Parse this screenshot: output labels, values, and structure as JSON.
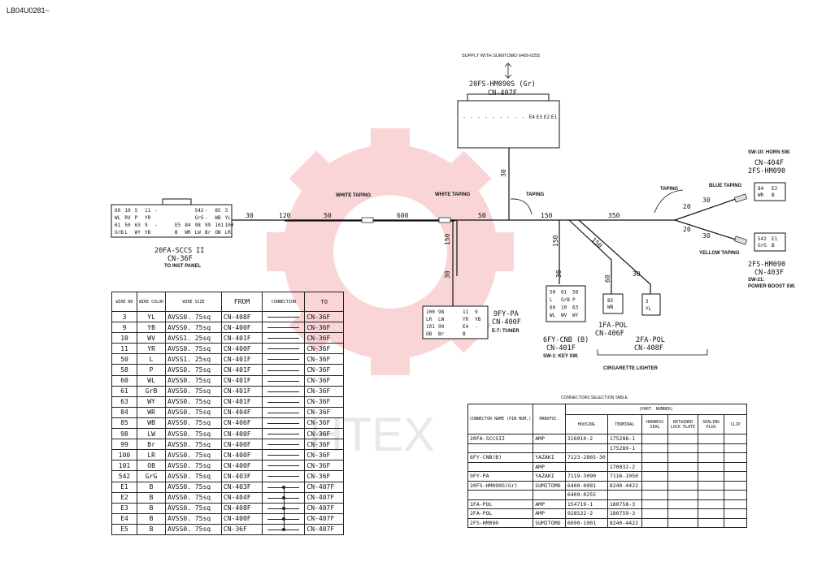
{
  "doc_code": "LB04U0281~",
  "watermark": "HTEX",
  "supply_note": "SUPPLY WITH SUMITOMO 6409-0255",
  "connectors": {
    "top": {
      "part": "20FS-HM090S (Gr)",
      "name": "CN-407F"
    },
    "left": {
      "part": "20FA-SCCS II",
      "name": "CN-36F",
      "note": "TO INST PANEL"
    },
    "tuner": {
      "part": "9FY-PA",
      "name": "CN-400F",
      "note": "E-7: TUNER"
    },
    "key": {
      "part": "6FY-CNB (B)",
      "name": "CN-401F",
      "note": "SW-1: KEY SW."
    },
    "cig1": {
      "part": "1FA-POL",
      "name": "CN-406F"
    },
    "cig2": {
      "part": "2FA-POL",
      "name": "CN-408F"
    },
    "cig_group": "CIRGARETTE LIGHTER",
    "horn": {
      "note": "SW-10: HORN SW.",
      "name": "CN-404F",
      "part": "2FS-HM090"
    },
    "boost": {
      "part": "2FS-HM090",
      "name": "CN-403F",
      "note": "SW-21:",
      "note2": "POWER BOOST SW."
    }
  },
  "tapings": {
    "white1": "WHITE TAPING",
    "white2": "WHITE TAPING",
    "taping1": "TAPING",
    "taping2": "TAPING",
    "blue": "BLUE TAPING",
    "yellow": "YELLOW TAPING"
  },
  "lengths": {
    "l30a": "30",
    "l120": "120",
    "l50a": "50",
    "l600": "600",
    "l50b": "50",
    "l150a": "150",
    "l350": "350",
    "l30top": "30",
    "l150tuner": "150",
    "l30tuner": "30",
    "l150key": "150",
    "l30key": "30",
    "l150cig": "150",
    "l60": "60",
    "l30cig": "30",
    "l20a": "20",
    "l30h": "30",
    "l20b": "20",
    "l30b": "30"
  },
  "wire_table": {
    "headers": [
      "WIRE NO",
      "WIRE COLOR",
      "WIRE SIZE",
      "FROM",
      "CONNECTION",
      "TO"
    ],
    "rows": [
      {
        "no": "3",
        "color": "YL",
        "size": "AVSS0. 75sq",
        "from": "CN-408F",
        "conn": "line",
        "to": "CN-36F"
      },
      {
        "no": "9",
        "color": "YB",
        "size": "AVSS0. 75sq",
        "from": "CN-400F",
        "conn": "line",
        "to": "CN-36F"
      },
      {
        "no": "10",
        "color": "WV",
        "size": "AVSS1. 25sq",
        "from": "CN-401F",
        "conn": "line",
        "to": "CN-36F"
      },
      {
        "no": "11",
        "color": "YR",
        "size": "AVSS0. 75sq",
        "from": "CN-400F",
        "conn": "line",
        "to": "CN-36F"
      },
      {
        "no": "50",
        "color": "L",
        "size": "AVSS1. 25sq",
        "from": "CN-401F",
        "conn": "line",
        "to": "CN-36F"
      },
      {
        "no": "58",
        "color": "P",
        "size": "AVSS0. 75sq",
        "from": "CN-401F",
        "conn": "line",
        "to": "CN-36F"
      },
      {
        "no": "60",
        "color": "WL",
        "size": "AVSS0. 75sq",
        "from": "CN-401F",
        "conn": "line",
        "to": "CN-36F"
      },
      {
        "no": "61",
        "color": "GrB",
        "size": "AVSS0. 75sq",
        "from": "CN-401F",
        "conn": "line",
        "to": "CN-36F"
      },
      {
        "no": "63",
        "color": "WY",
        "size": "AVSS0. 75sq",
        "from": "CN-401F",
        "conn": "line",
        "to": "CN-36F"
      },
      {
        "no": "84",
        "color": "WR",
        "size": "AVSS0. 75sq",
        "from": "CN-404F",
        "conn": "line",
        "to": "CN-36F"
      },
      {
        "no": "85",
        "color": "WB",
        "size": "AVSS0. 75sq",
        "from": "CN-406F",
        "conn": "line",
        "to": "CN-36F"
      },
      {
        "no": "98",
        "color": "LW",
        "size": "AVSS0. 75sq",
        "from": "CN-400F",
        "conn": "line",
        "to": "CN-36F"
      },
      {
        "no": "99",
        "color": "Br",
        "size": "AVSS0. 75sq",
        "from": "CN-400F",
        "conn": "line",
        "to": "CN-36F"
      },
      {
        "no": "100",
        "color": "LR",
        "size": "AVSS0. 75sq",
        "from": "CN-400F",
        "conn": "line",
        "to": "CN-36F"
      },
      {
        "no": "101",
        "color": "OB",
        "size": "AVSS0. 75sq",
        "from": "CN-400F",
        "conn": "line",
        "to": "CN-36F"
      },
      {
        "no": "542",
        "color": "GrG",
        "size": "AVSS0. 75sq",
        "from": "CN-403F",
        "conn": "line",
        "to": "CN-36F"
      },
      {
        "no": "E1",
        "color": "B",
        "size": "AVSS0. 75sq",
        "from": "CN-403F",
        "conn": "dot-top",
        "to": "CN-407F"
      },
      {
        "no": "E2",
        "color": "B",
        "size": "AVSS0. 75sq",
        "from": "CN-404F",
        "conn": "dot",
        "to": "CN-407F"
      },
      {
        "no": "E3",
        "color": "B",
        "size": "AVSS0. 75sq",
        "from": "CN-408F",
        "conn": "dot",
        "to": "CN-407F"
      },
      {
        "no": "E4",
        "color": "B",
        "size": "AVSS0. 75sq",
        "from": "CN-400F",
        "conn": "dot",
        "to": "CN-407F"
      },
      {
        "no": "E5",
        "color": "B",
        "size": "AVSS0. 75sq",
        "from": "CN-36F",
        "conn": "dot-bottom",
        "to": "CN-407F"
      }
    ]
  },
  "selection_table": {
    "title": "CONNECTORS SELECTION TABLE",
    "group_header": "(PART. NUMBER)",
    "headers": [
      "CONNECTOR NAME (PIN NUM.)",
      "MANUFUC.",
      "HOUSING",
      "TERMINAL",
      "HARNESS SEAL",
      "RETAINER LOCK PLATE",
      "SEALING PLUG",
      "CLIP"
    ],
    "rows": [
      {
        "conn": "20FA-SCCSII",
        "mfr": "AMP",
        "housing": "316010-2",
        "terminal": "175288-1"
      },
      {
        "conn": "",
        "mfr": "",
        "housing": "",
        "terminal": "175289-1"
      },
      {
        "conn": "6FY-CNB(B)",
        "mfr": "YAZAKI",
        "housing": "7123-2865-30",
        "terminal": ""
      },
      {
        "conn": "",
        "mfr": "AMP",
        "housing": "",
        "terminal": "170032-2"
      },
      {
        "conn": "9FY-PA",
        "mfr": "YAZAKI",
        "housing": "7119-3090",
        "terminal": "7116-1050"
      },
      {
        "conn": "20FS-HM090S(Gr)",
        "mfr": "SUMITOMO",
        "housing": "6400-0081",
        "terminal": "8240-4422"
      },
      {
        "conn": "",
        "mfr": "",
        "housing": "6409-0255",
        "terminal": ""
      },
      {
        "conn": "1FA-POL",
        "mfr": "AMP",
        "housing": "154719-1",
        "terminal": "180758-3"
      },
      {
        "conn": "2FA-POL",
        "mfr": "AMP",
        "housing": "928522-2",
        "terminal": "180759-3"
      },
      {
        "conn": "2FS-HM090",
        "mfr": "SUMITOMO",
        "housing": "6090-1001",
        "terminal": "8240-4422"
      }
    ]
  },
  "pins": {
    "left": [
      [
        "60",
        "10",
        "5",
        "11",
        "-",
        "",
        "",
        "",
        "542",
        "-",
        "85",
        "3"
      ],
      [
        "WL",
        "RV",
        "P",
        "YR",
        "",
        "",
        "",
        "",
        "GrG",
        "-",
        "WB",
        "YL"
      ],
      [
        "61",
        "50",
        "63",
        "9",
        "-",
        "",
        "E5",
        "84",
        "98",
        "99",
        "101",
        "100"
      ],
      [
        "GrB",
        "L",
        "WY",
        "YB",
        "",
        "",
        "B",
        "WR",
        "LW",
        "Br",
        "OB",
        "LR"
      ]
    ],
    "top": [
      [
        "-",
        "-",
        "-",
        "-",
        "-",
        "-",
        "-",
        "-",
        "-",
        "E4",
        "E3",
        "E2",
        "E1"
      ]
    ],
    "tuner": [
      [
        "100",
        "98",
        "",
        "11",
        "9"
      ],
      [
        "LR",
        "LW",
        "",
        "YR",
        "YB"
      ],
      [
        "101",
        "99",
        "",
        "E4",
        "-"
      ],
      [
        "OB",
        "Br",
        "",
        "B",
        ""
      ]
    ],
    "key": [
      [
        "50",
        "61",
        "58"
      ],
      [
        "L",
        "GrB",
        "P"
      ],
      [
        "60",
        "10",
        "63"
      ],
      [
        "WL",
        "WV",
        "WY"
      ]
    ],
    "cig1": [
      [
        "85"
      ],
      [
        "WB"
      ]
    ],
    "cig2": [
      [
        "3"
      ],
      [
        "YL"
      ]
    ],
    "horn": [
      [
        "84",
        "E2"
      ],
      [
        "WR",
        "B"
      ]
    ],
    "boost": [
      [
        "542",
        "E1"
      ],
      [
        "GrG",
        "B"
      ]
    ]
  }
}
